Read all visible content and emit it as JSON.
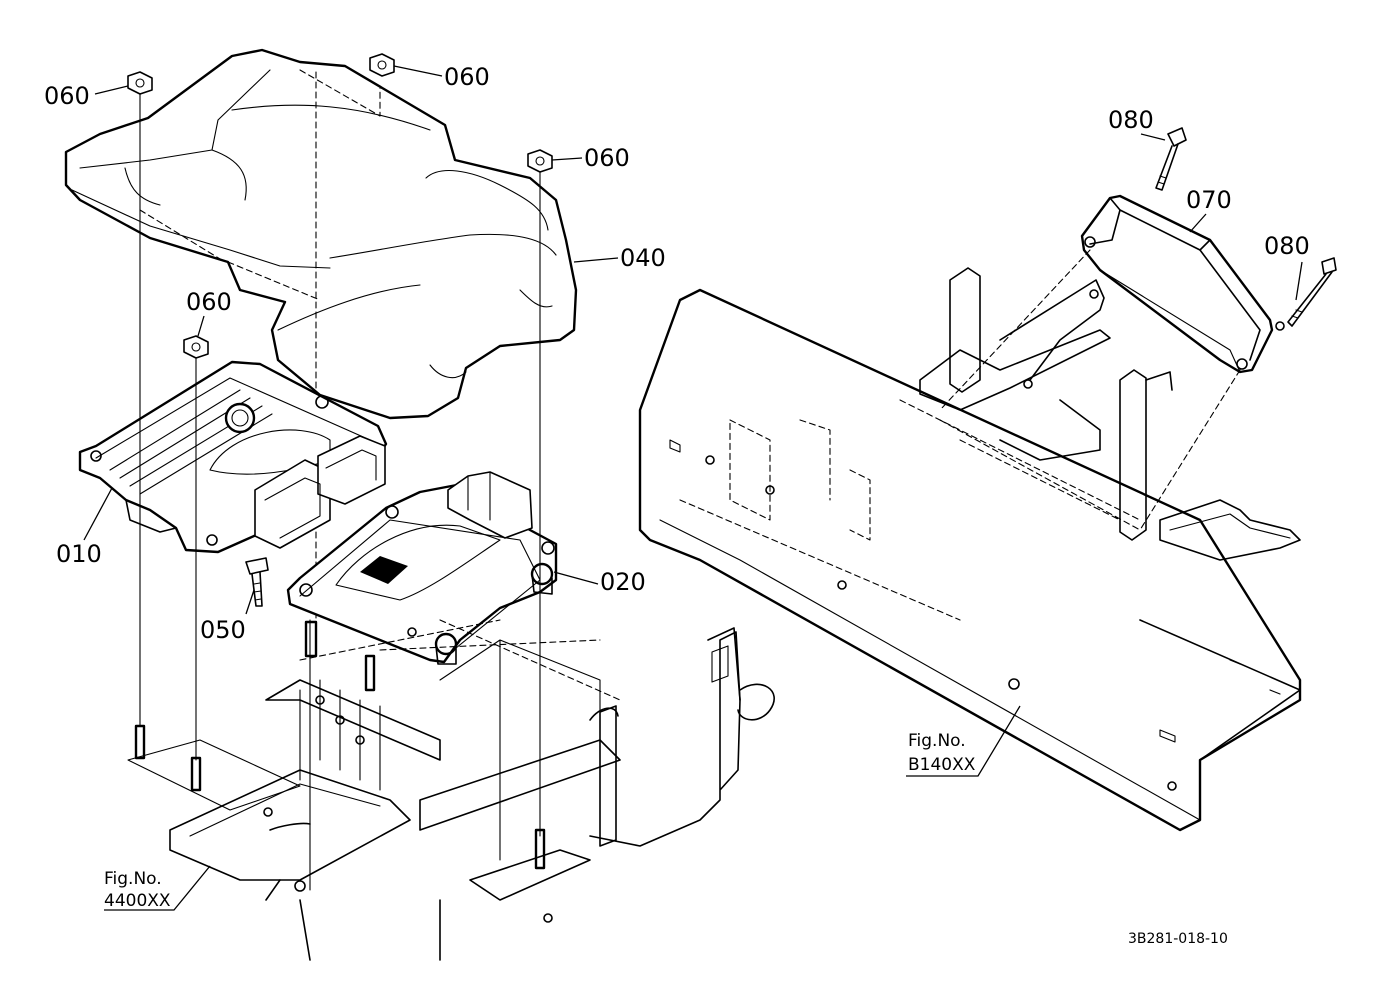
{
  "callouts": {
    "p060_a": "060",
    "p060_b": "060",
    "p060_c": "060",
    "p060_d": "060",
    "p040": "040",
    "p010": "010",
    "p050": "050",
    "p020": "020",
    "p080_a": "080",
    "p080_b": "080",
    "p070": "070"
  },
  "figure_refs": {
    "left": {
      "label": "Fig.No.",
      "number": "4400XX"
    },
    "right": {
      "label": "Fig.No.",
      "number": "B140XX"
    }
  },
  "drawing_code": "3B281-018-10"
}
